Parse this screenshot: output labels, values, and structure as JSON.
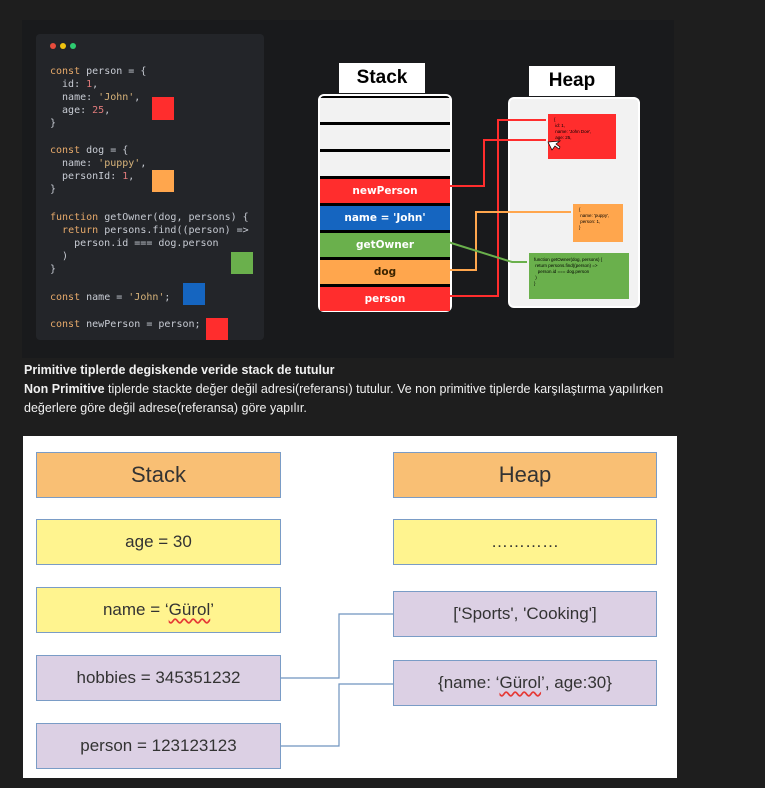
{
  "code_panel": {
    "window_dots": [
      "#e74c3c",
      "#f1c40f",
      "#2ecc71"
    ],
    "code": {
      "person_block": [
        {
          "pre": "const ",
          "k": "person",
          "post": " = {"
        },
        {
          "text": "  id: 1,"
        },
        {
          "text": "  name: 'John',"
        },
        {
          "text": "  age: 25,"
        },
        {
          "text": "}"
        }
      ],
      "dog_block": [
        "const dog = {",
        "  name: 'puppy',",
        "  personId: 1,",
        "}"
      ],
      "fn_block": [
        "function getOwner(dog, persons) {",
        "  return persons.find((person) =>",
        "    person.id === dog.person",
        "  )",
        "}"
      ],
      "name_line": "const name = 'John';",
      "newperson_line": "const newPerson = person;"
    },
    "marker_colors": {
      "person": "#ff2d2d",
      "dog": "#ffa64d",
      "getOwner": "#6ab04c",
      "name": "#1565c0",
      "newPerson": "#ff2d2d"
    }
  },
  "diagram1": {
    "stack_title": "Stack",
    "heap_title": "Heap",
    "stack_rows": [
      {
        "label": "",
        "color": "#f2f2f2"
      },
      {
        "label": "",
        "color": "#f2f2f2"
      },
      {
        "label": "",
        "color": "#f2f2f2"
      },
      {
        "label": "newPerson",
        "color": "#ff2d2d"
      },
      {
        "label": "name = 'John'",
        "color": "#1565c0"
      },
      {
        "label": "getOwner",
        "color": "#6ab04c"
      },
      {
        "label": "dog",
        "color": "#ffa64d"
      },
      {
        "label": "person",
        "color": "#ff2d2d"
      }
    ],
    "heap_person": "{\n id: 1,\n name: 'John Doe',\n age: 25,\n}",
    "heap_dog": "{\n name: 'puppy',\n person: 1,\n}",
    "heap_fn": "function getOwner(dog, persons) {\n return persons.find((person) =>\n   person.id === dog.person\n )\n}"
  },
  "caption": {
    "line1": "Primitive tiplerde degiskende veride stack de tutulur",
    "line2_bold": "Non Primitive",
    "line2_rest": " tiplerde stackte değer değil adresi(referansı) tutulur.  Ve non primitive tiplerde karşılaştırma yapılırken",
    "line3": "değerlere göre değil adrese(referansa) göre yapılır."
  },
  "diagram2": {
    "stack_title": "Stack",
    "heap_title": "Heap",
    "age": "age = 30",
    "name_pre": "name = ‘",
    "name_word": "Gürol",
    "name_post": "’",
    "hobbies": "hobbies = 345351232",
    "person": "person = 123123123",
    "heap_dots": "…………",
    "heap_array": "['Sports', 'Cooking']",
    "heap_obj_pre": "{name: ‘",
    "heap_obj_word": "Gürol",
    "heap_obj_post": "’, age:30}",
    "colors": {
      "header": "#f9bf74",
      "primitive": "#fff48f",
      "reference": "#dcd0e4",
      "border": "#7a9cc6"
    }
  }
}
